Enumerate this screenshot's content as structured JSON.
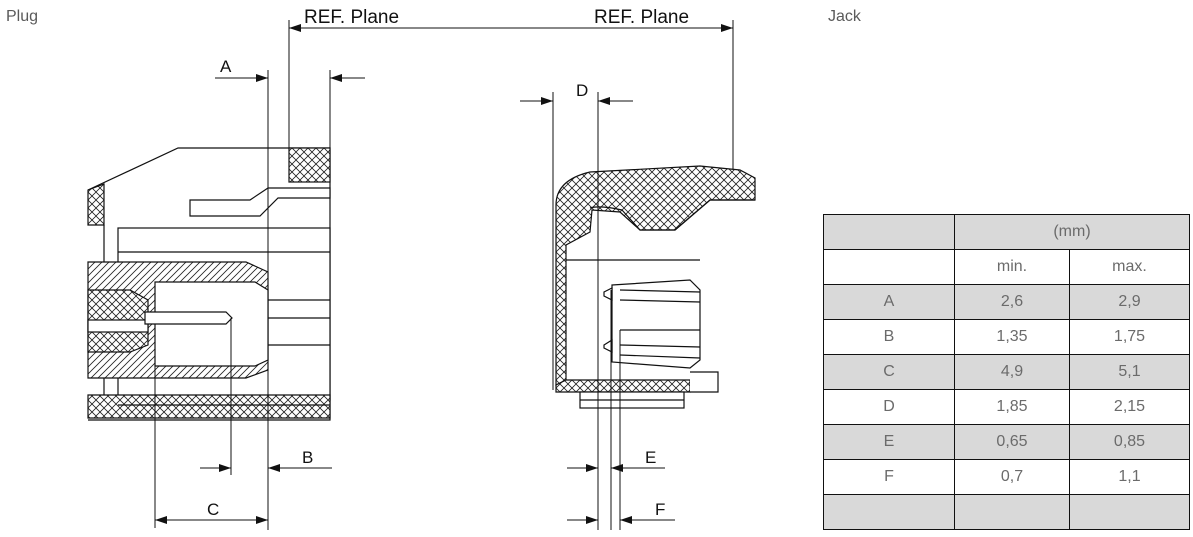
{
  "captions": {
    "plug": "Plug",
    "jack": "Jack"
  },
  "drawing": {
    "ref_plane_left": "REF. Plane",
    "ref_plane_right": "REF. Plane",
    "dimension_labels": {
      "A": "A",
      "B": "B",
      "C": "C",
      "D": "D",
      "E": "E",
      "F": "F"
    }
  },
  "table": {
    "unit_header": "(mm)",
    "col_min": "min.",
    "col_max": "max.",
    "rows": [
      {
        "label": "A",
        "min": "2,6",
        "max": "2,9"
      },
      {
        "label": "B",
        "min": "1,35",
        "max": "1,75"
      },
      {
        "label": "C",
        "min": "4,9",
        "max": "5,1"
      },
      {
        "label": "D",
        "min": "1,85",
        "max": "2,15"
      },
      {
        "label": "E",
        "min": "0,65",
        "max": "0,85"
      },
      {
        "label": "F",
        "min": "0,7",
        "max": "1,1"
      }
    ]
  }
}
